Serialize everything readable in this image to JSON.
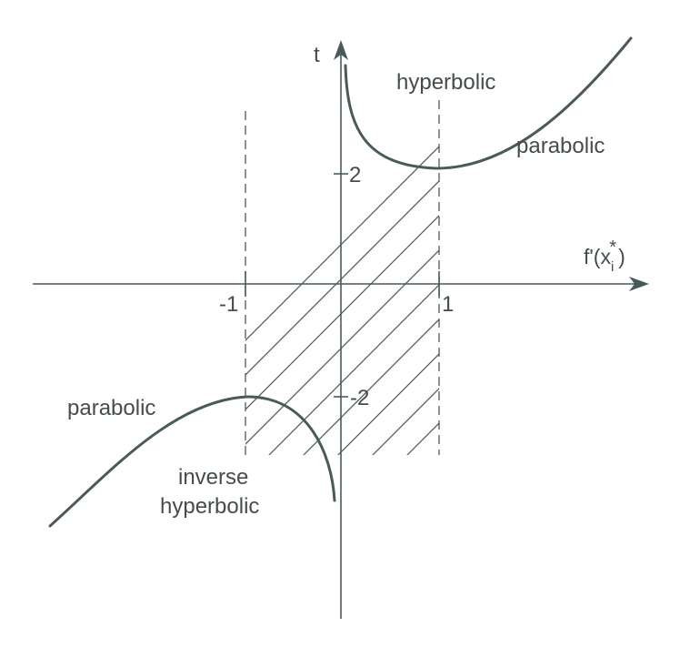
{
  "axes": {
    "y_label": "t",
    "x_label": "f'(x",
    "x_label_sub": "i",
    "x_label_sup": "*",
    "x_label_close": ")"
  },
  "ticks": {
    "x_neg": "-1",
    "x_pos": "1",
    "y_pos": "2",
    "y_neg": "-2"
  },
  "regions": {
    "hyperbolic": "hyperbolic",
    "parabolic_upper": "parabolic",
    "parabolic_lower": "parabolic",
    "inverse_line1": "inverse",
    "inverse_line2": "hyperbolic"
  },
  "colors": {
    "stroke": "#4a5a5a",
    "text": "#444c4c"
  }
}
